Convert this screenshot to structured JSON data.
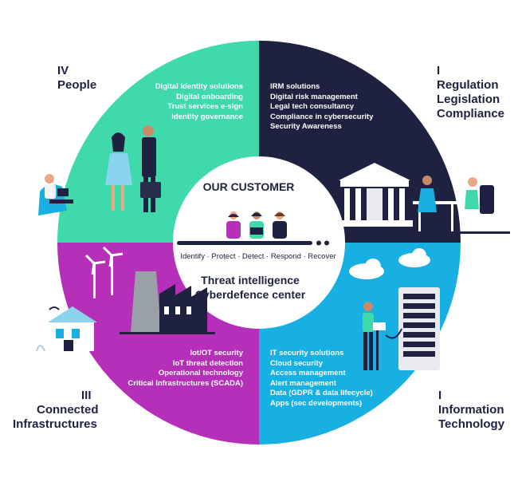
{
  "colors": {
    "people": "#3fd9ac",
    "regulation": "#1e2240",
    "infrastructure": "#b52fb8",
    "it": "#18b0e2",
    "dark_text": "#1e2240"
  },
  "quadrants": {
    "people": {
      "numeral": "IV",
      "title": [
        "People"
      ],
      "items": [
        "Digital Identity solutions",
        "Digital onboarding",
        "Trust services e-sign",
        "Identity governance"
      ]
    },
    "regulation": {
      "numeral": "I",
      "title": [
        "Regulation",
        "Legislation",
        "Compliance"
      ],
      "items": [
        "IRM solutions",
        "Digital risk management",
        "Legal tech consultancy",
        "Compliance in cybersecurity",
        "Security Awareness"
      ]
    },
    "infrastructure": {
      "numeral": "III",
      "title": [
        "Connected",
        "Infrastructures"
      ],
      "items": [
        "Iot/OT security",
        "IoT threat detection",
        "Operational technology",
        "Critical Infrastructures (SCADA)"
      ]
    },
    "it": {
      "numeral": "I",
      "title": [
        "Information",
        "Technology"
      ],
      "items": [
        "IT security solutions",
        "Cloud security",
        "Access management",
        "Alert management",
        "Data (GDPR & data lifecycle)",
        "Apps (sec developments)"
      ]
    }
  },
  "center": {
    "title": "OUR CUSTOMER",
    "steps": "Identify · Protect · Detect · Respond · Recover",
    "subtitle": [
      "Threat intelligence",
      "Cyberdefence center"
    ]
  }
}
